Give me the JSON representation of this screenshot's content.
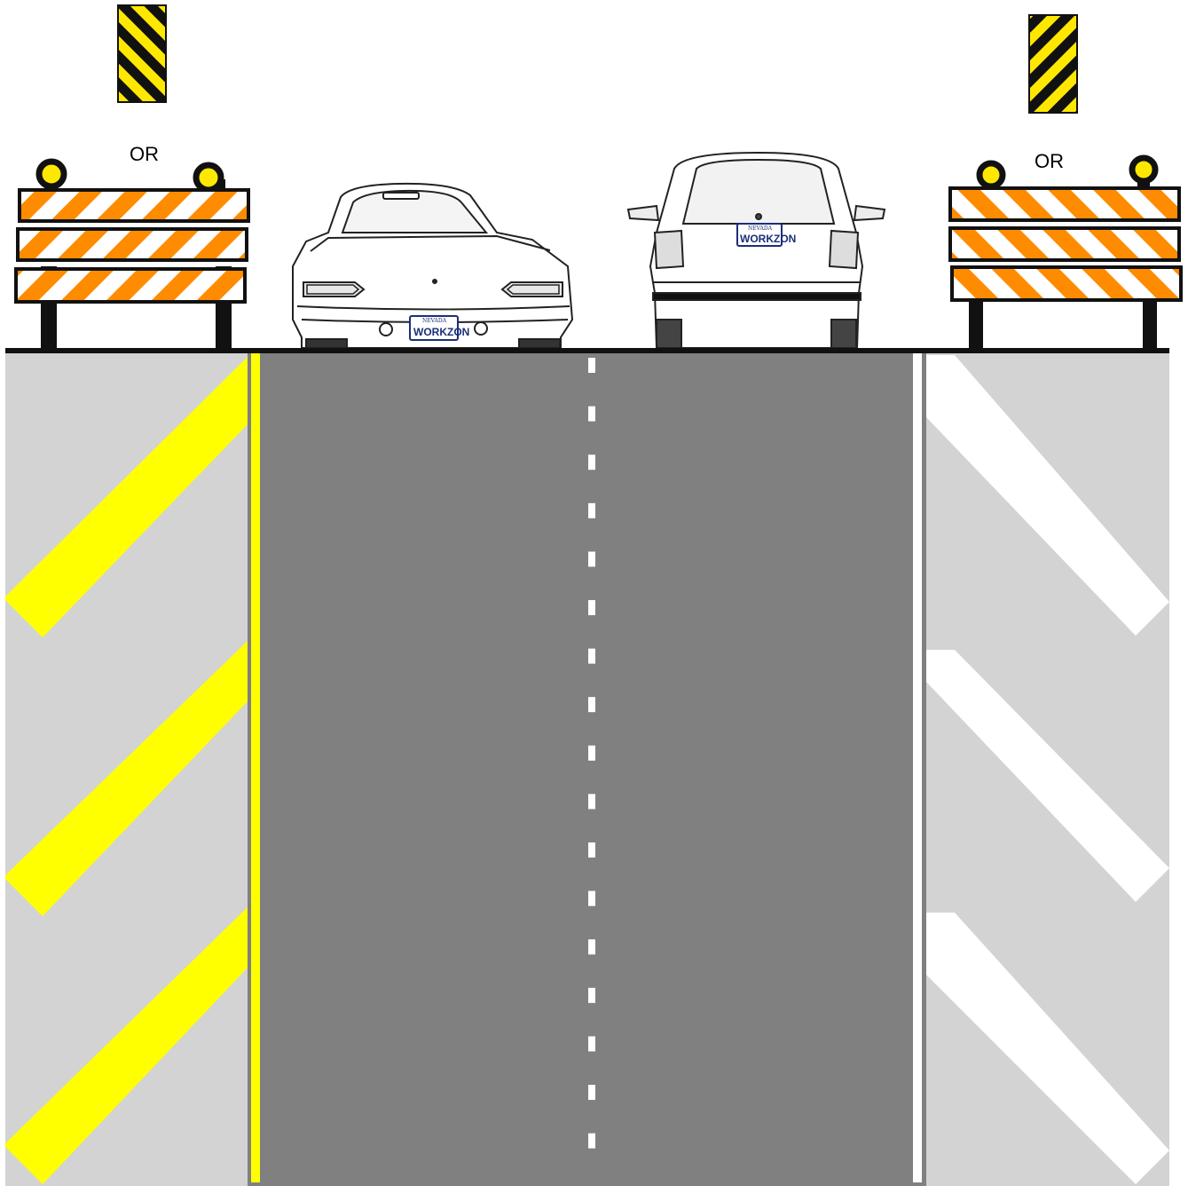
{
  "labels": {
    "left_or": "OR",
    "right_or": "OR"
  },
  "plates": {
    "left_car": {
      "state": "NEVADA",
      "text": "WORKZON"
    },
    "right_car": {
      "state": "NEVADA",
      "text": "WORKZON"
    }
  },
  "colors": {
    "road": "#808080",
    "median": "#d3d3d3",
    "edge_line_left": "#ffff00",
    "edge_line_right": "#ffffff",
    "left_chevrons": "#ffff00",
    "right_chevrons": "#ffffff",
    "barricade_orange": "#ff8c00",
    "marker_yellow": "#ffe800",
    "marker_black": "#111111"
  }
}
